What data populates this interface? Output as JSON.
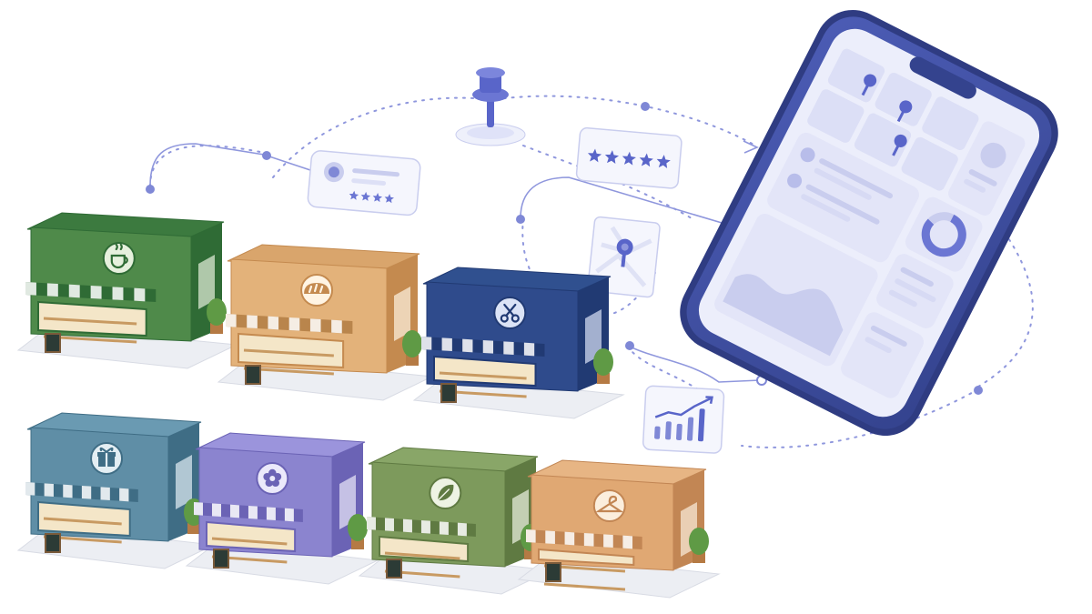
{
  "illustration": {
    "shops": [
      {
        "id": "cafe",
        "icon": "coffee-cup-icon",
        "body": "#4f8a4a",
        "dark": "#2f6b35",
        "roof": "#3c7a3f",
        "awning": "#2f6b35",
        "light": "#e6f0dd"
      },
      {
        "id": "bakery",
        "icon": "bread-icon",
        "body": "#e3b27a",
        "dark": "#c48a4f",
        "roof": "#d9a56c",
        "awning": "#b9854c",
        "light": "#fff4e3"
      },
      {
        "id": "barber",
        "icon": "scissors-icon",
        "body": "#2f4b8c",
        "dark": "#213a73",
        "roof": "#30508f",
        "awning": "#213a73",
        "light": "#dbe3f6"
      },
      {
        "id": "gift-shop",
        "icon": "gift-icon",
        "body": "#5f8ea6",
        "dark": "#3f6d85",
        "roof": "#6a9ab2",
        "awning": "#3f6d85",
        "light": "#e3eef3"
      },
      {
        "id": "florist",
        "icon": "flower-icon",
        "body": "#8b84cf",
        "dark": "#6b63b5",
        "roof": "#9b94dc",
        "awning": "#6b63b5",
        "light": "#ebe9fa"
      },
      {
        "id": "grocery",
        "icon": "leaf-icon",
        "body": "#7d9a5c",
        "dark": "#5f7a42",
        "roof": "#89a668",
        "awning": "#5f7a42",
        "light": "#eef3e4"
      },
      {
        "id": "boutique",
        "icon": "hanger-icon",
        "body": "#e0a873",
        "dark": "#c28654",
        "roof": "#e7b584",
        "awning": "#c28654",
        "light": "#fbeedd"
      }
    ],
    "rating_stars": 5,
    "review_card_stars": 4,
    "colors": {
      "accent": "#5965c9",
      "accent_light": "#c9cef2",
      "panel": "#f3f4fc",
      "panel_border": "#c9cdee",
      "phone_frame": "#3f4fa3",
      "phone_screen": "#eceefb"
    }
  }
}
